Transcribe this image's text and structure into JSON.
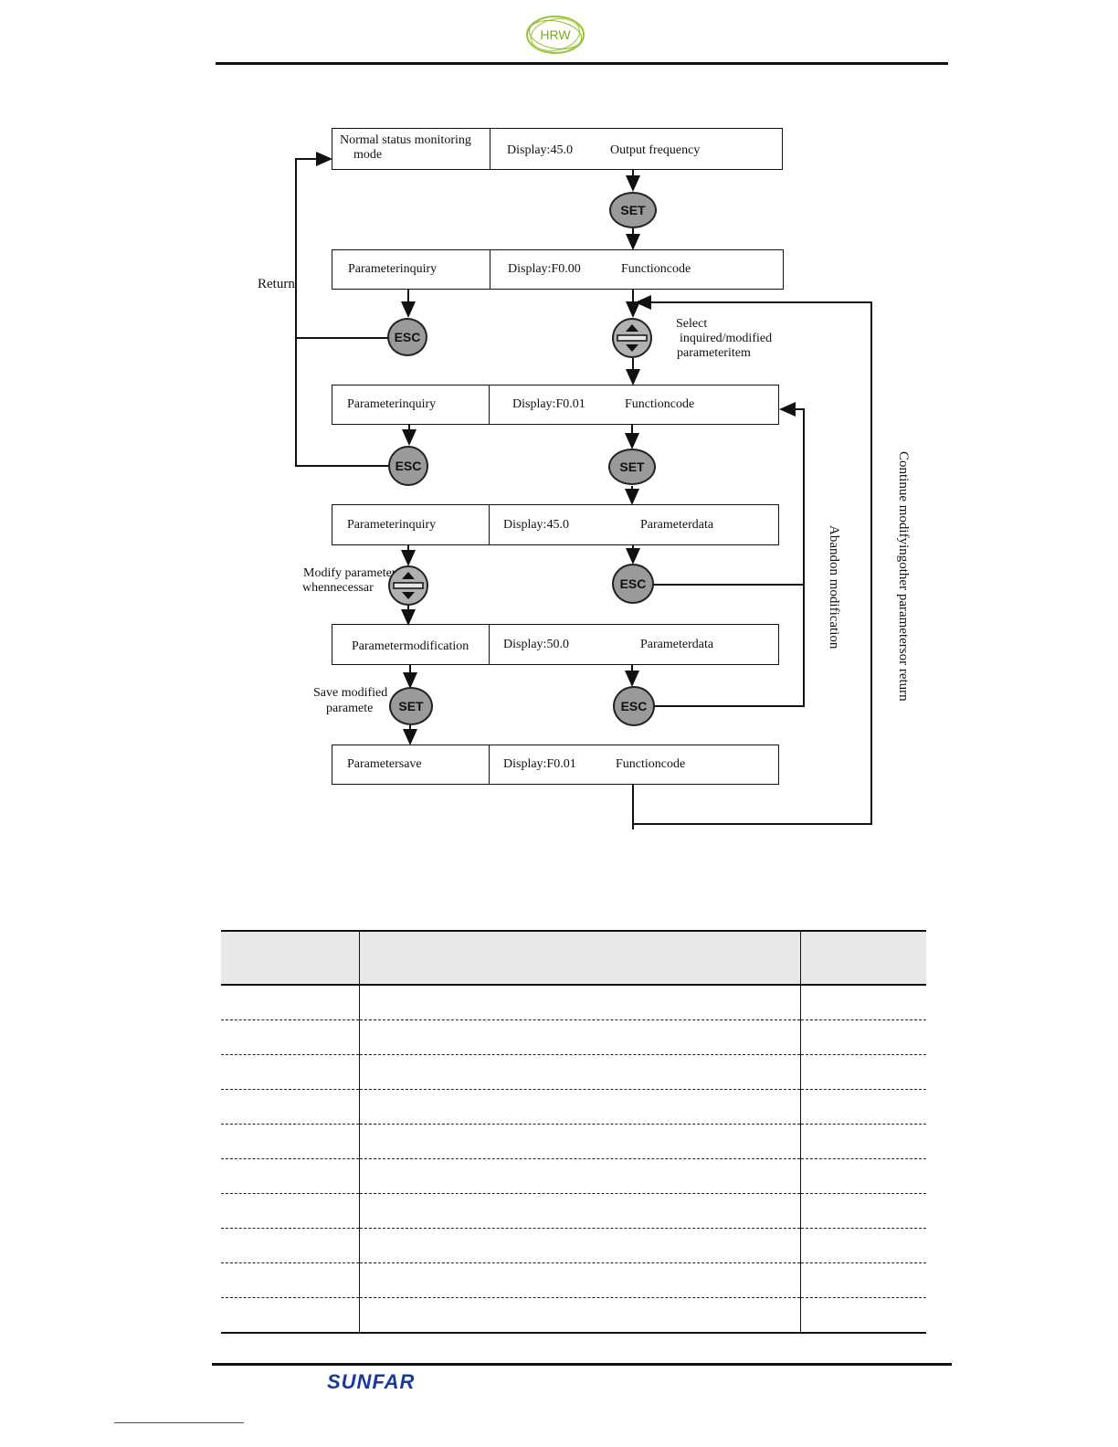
{
  "header": {
    "logo_text": "HRW"
  },
  "flowchart": {
    "rows": [
      {
        "left": "Normal status  monitoring",
        "left2": "mode",
        "display": "Display:45.0",
        "desc": "Output frequency"
      },
      {
        "left": "Parameterinquiry",
        "display": "Display:F0.00",
        "desc": "Functioncode"
      },
      {
        "left": "Parameterinquiry",
        "display": "Display:F0.01",
        "desc": "Functioncode"
      },
      {
        "left": "Parameterinquiry",
        "display": "Display:45.0",
        "desc": "Parameterdata"
      },
      {
        "left": "Parametermodification",
        "display": "Display:50.0",
        "desc": "Parameterdata"
      },
      {
        "left": "Parametersave",
        "display": "Display:F0.01",
        "desc": "Functioncode"
      }
    ],
    "buttons": {
      "set": "SET",
      "esc": "ESC"
    },
    "labels": {
      "return": "Return",
      "select_1": "Select",
      "select_2": "inquired/modified",
      "select_3": "parameteritem",
      "modify_1": "Modify parameter",
      "modify_2": "whennecessar",
      "save_1": "Save modified",
      "save_2": "paramete",
      "abandon": "Abandon modification",
      "continue": "Continue modifyingother parametersor return"
    }
  },
  "table": {
    "rows": 10
  },
  "footer": {
    "brand": "SUNFAR"
  }
}
